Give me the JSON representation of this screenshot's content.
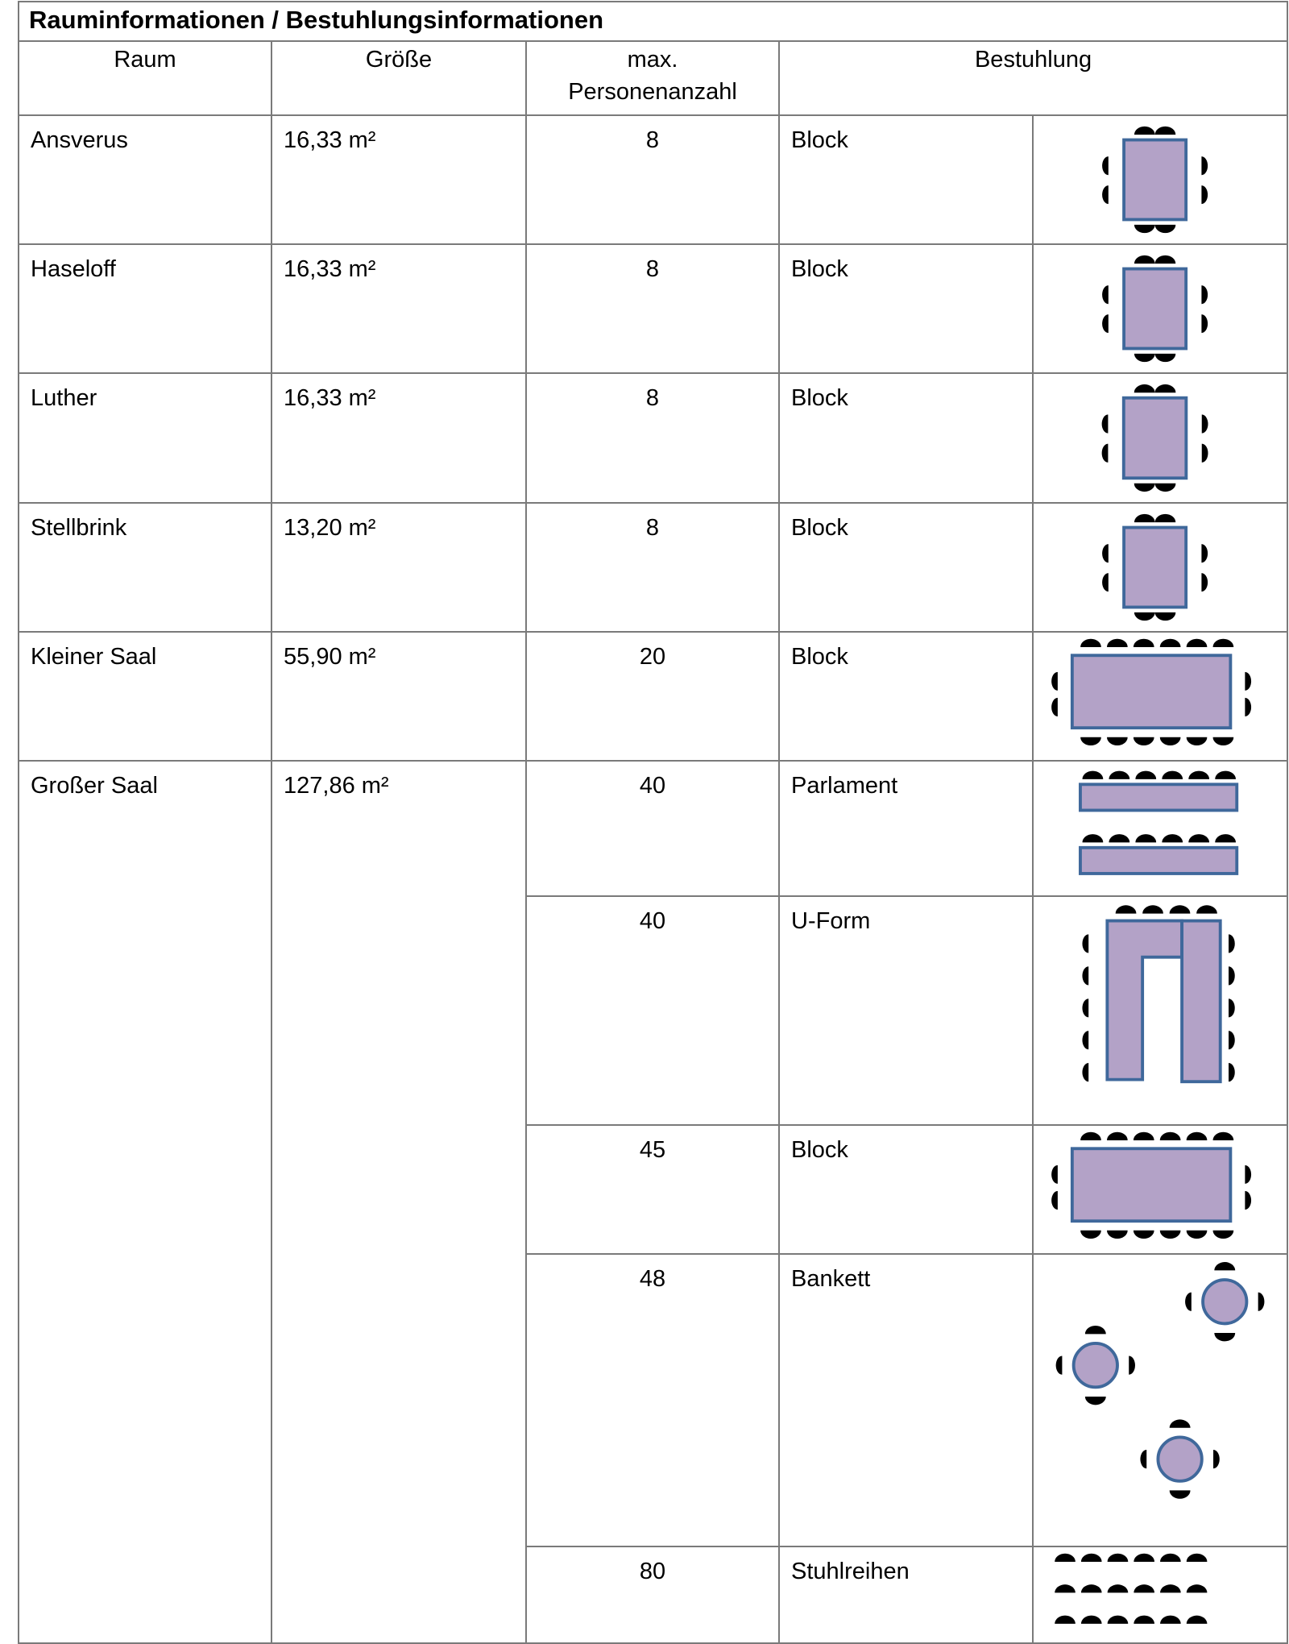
{
  "title": "Rauminformationen / Bestuhlungsinformationen",
  "headers": {
    "raum": "Raum",
    "groesse": "Größe",
    "max_line1": "max.",
    "max_line2": "Personenanzahl",
    "bestuhlung": "Bestuhlung"
  },
  "colors": {
    "table_fill": "#b3a2c7",
    "table_stroke": "#3f689b",
    "chair": "#000000",
    "grid": "#7a7a7a"
  },
  "rooms": [
    {
      "name": "Ansverus",
      "size": "16,33 m²",
      "max": "8",
      "seating": "Block",
      "diagram": "block-small-icon"
    },
    {
      "name": "Haseloff",
      "size": "16,33 m²",
      "max": "8",
      "seating": "Block",
      "diagram": "block-small-icon"
    },
    {
      "name": "Luther",
      "size": "16,33 m²",
      "max": "8",
      "seating": "Block",
      "diagram": "block-small-icon"
    },
    {
      "name": "Stellbrink",
      "size": "13,20 m²",
      "max": "8",
      "seating": "Block",
      "diagram": "block-small-icon"
    },
    {
      "name": "Kleiner Saal",
      "size": "55,90 m²",
      "max": "20",
      "seating": "Block",
      "diagram": "block-large-icon"
    },
    {
      "name": "Großer Saal",
      "size": "127,86 m²",
      "options": [
        {
          "max": "40",
          "seating": "Parlament",
          "diagram": "parlament-icon"
        },
        {
          "max": "40",
          "seating": "U-Form",
          "diagram": "u-form-icon"
        },
        {
          "max": "45",
          "seating": "Block",
          "diagram": "block-large-icon"
        },
        {
          "max": "48",
          "seating": "Bankett",
          "diagram": "bankett-icon"
        },
        {
          "max": "80",
          "seating": "Stuhlreihen",
          "diagram": "stuhlreihen-icon"
        }
      ]
    }
  ]
}
